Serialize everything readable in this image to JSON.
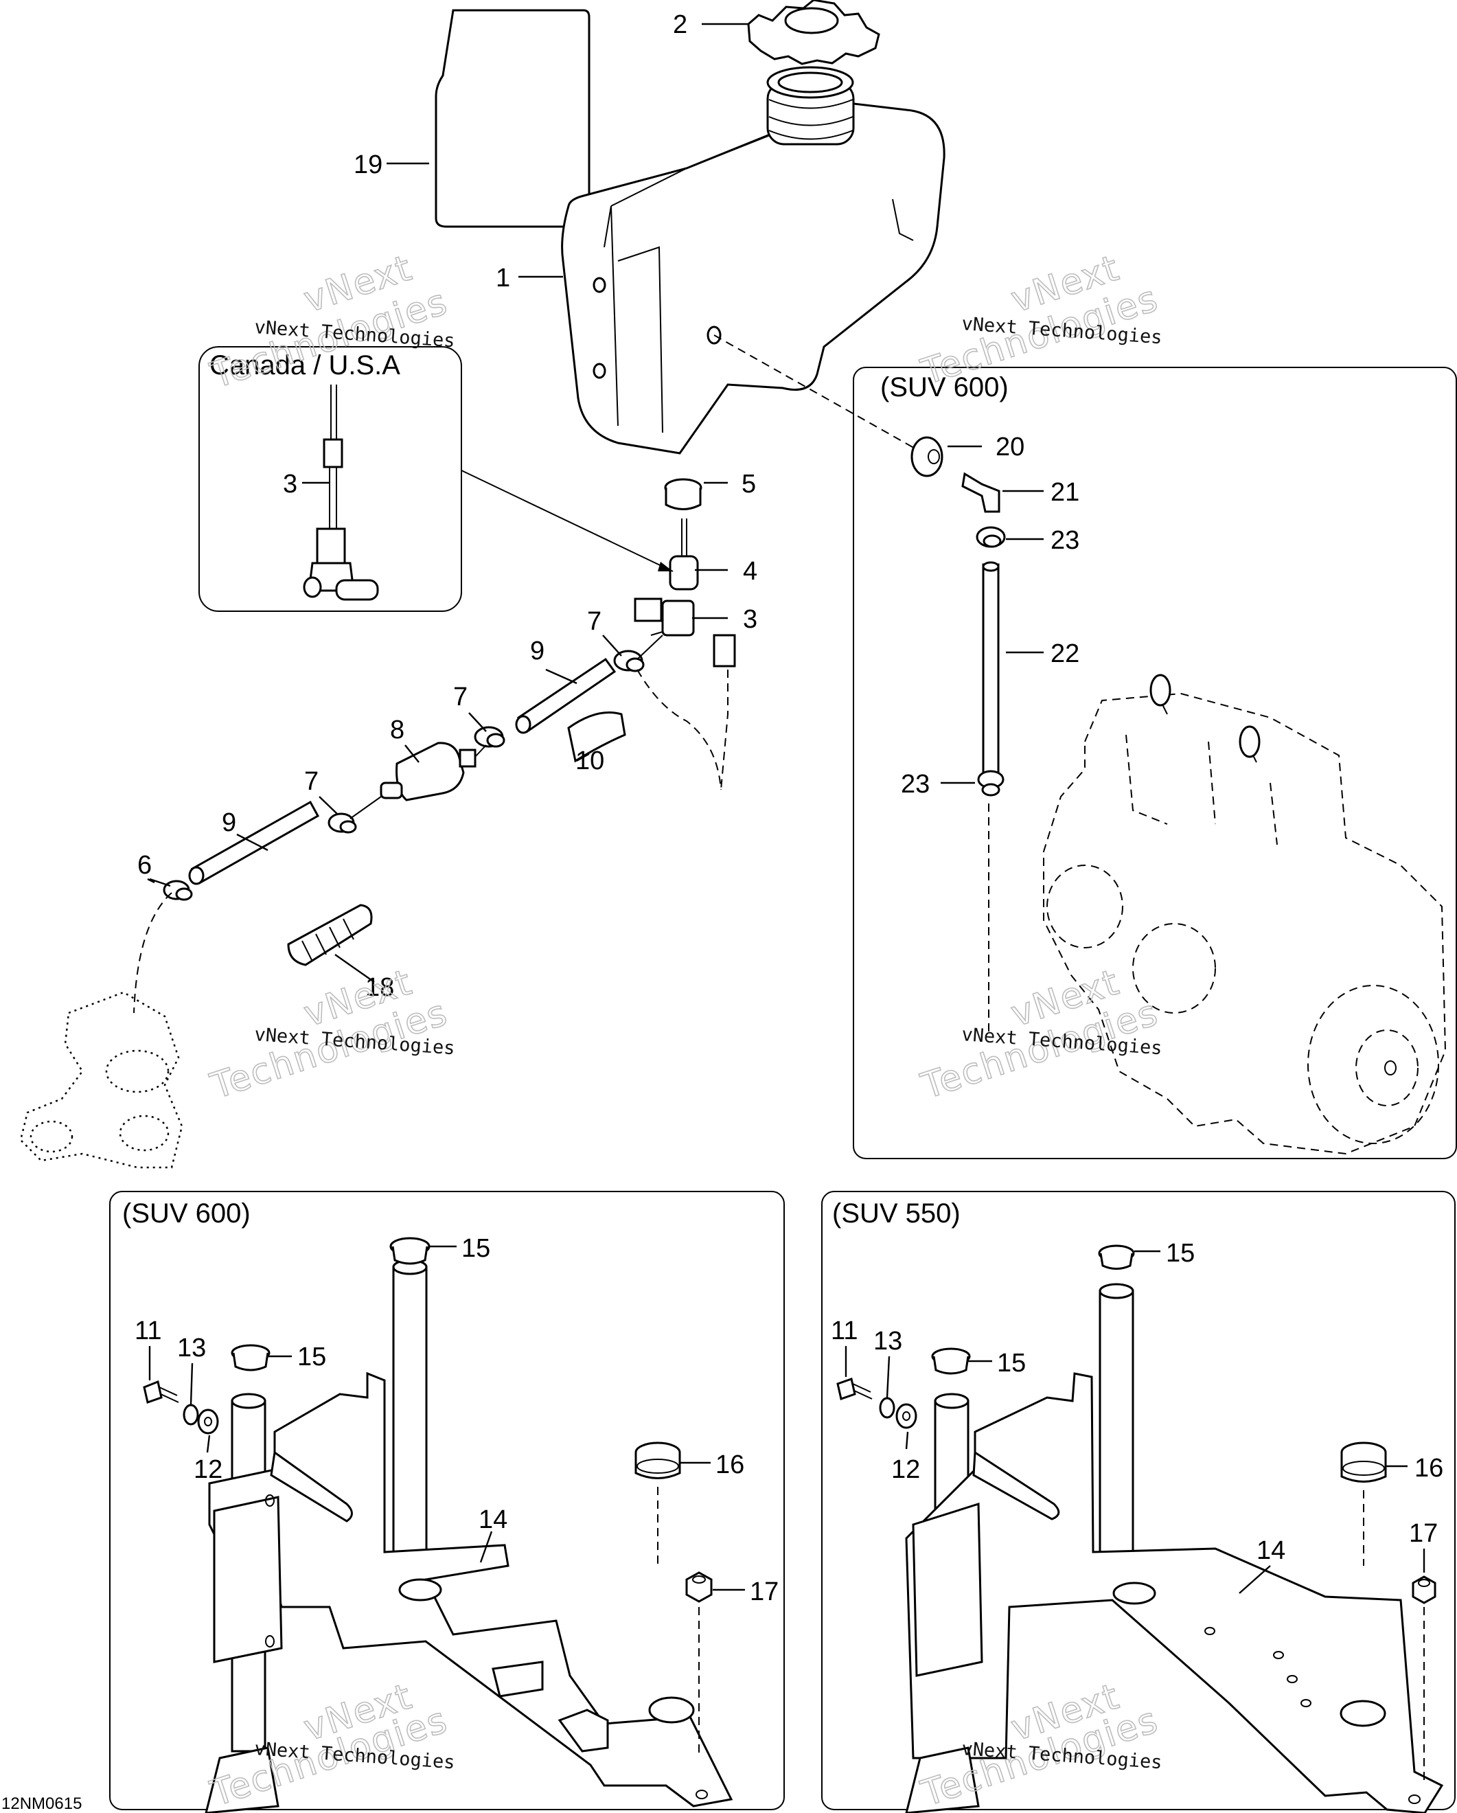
{
  "panels": {
    "canada_usa": "Canada / U.S.A",
    "suv600_top": "(SUV 600)",
    "suv600_bottom": "(SUV 600)",
    "suv550_bottom": "(SUV 550)"
  },
  "labels": {
    "n1": "1",
    "n2": "2",
    "n3a": "3",
    "n3b": "3",
    "n4": "4",
    "n5": "5",
    "n6": "6",
    "n7a": "7",
    "n7b": "7",
    "n7c": "7",
    "n8": "8",
    "n9a": "9",
    "n9b": "9",
    "n10": "10",
    "n18": "18",
    "n19": "19",
    "n20": "20",
    "n21": "21",
    "n22": "22",
    "n23a": "23",
    "n23b": "23",
    "l11": "11",
    "l12": "12",
    "l13": "13",
    "l14": "14",
    "l15a": "15",
    "l15b": "15",
    "l16": "16",
    "l17": "17",
    "r11": "11",
    "r12": "12",
    "r13": "13",
    "r14": "14",
    "r15a": "15",
    "r15b": "15",
    "r16": "16",
    "r17": "17"
  },
  "watermark": {
    "line1": "vNext Technologies",
    "line2": "Technologies",
    "line3": "vNext"
  },
  "figure_code": "12NM0615"
}
